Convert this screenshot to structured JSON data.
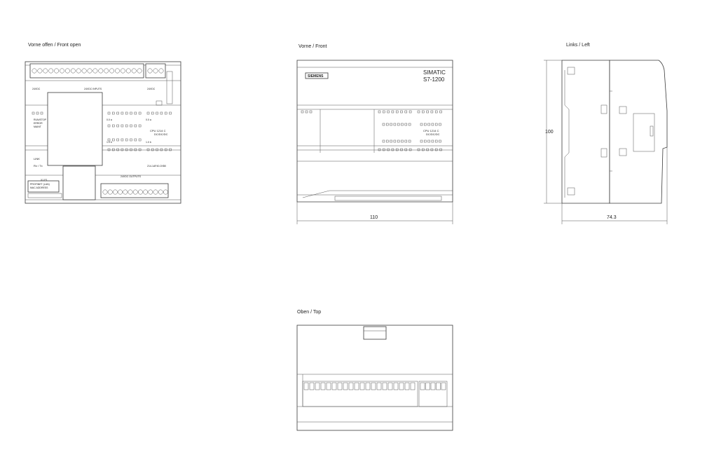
{
  "views": {
    "front_open": {
      "title": "Vorne offen / Front open"
    },
    "front": {
      "title": "Vorne / Front",
      "width_dim": "110"
    },
    "left": {
      "title": "Links / Left",
      "height_dim": "100",
      "depth_dim": "74.3"
    },
    "top": {
      "title": "Oben / Top"
    }
  },
  "device": {
    "brand": "SIEMENS",
    "product_line": "SIMATIC",
    "product_model": "S7-1200",
    "cpu_model": "CPU 1214 C",
    "cpu_variant": "DC/DC/DC",
    "cpu_model_open": "CPU 1214 C",
    "cpu_variant_open": "DC/DC/DC",
    "order_number": "214-1AF40-0XB0",
    "supply": "24VDC",
    "inputs_label": "24VDC INPUTS",
    "outputs_label": "24VDC OUTPUTS",
    "sensor_supply": "24VDC",
    "status_run": "RUN/STOP",
    "status_error": "ERROR",
    "status_maint": "MAINT",
    "link": "LINK",
    "rx_tx": "Rx / Tx",
    "port_label": "X1 P1",
    "mac_label": "PROFINET (LAN)",
    "mac_value": "MAC ADDRESS",
    "group_a_in": "0.0 a",
    "group_b_in": "1.0 b",
    "group_a_out": "0.0 a",
    "group_b_out": "1.0 b"
  }
}
